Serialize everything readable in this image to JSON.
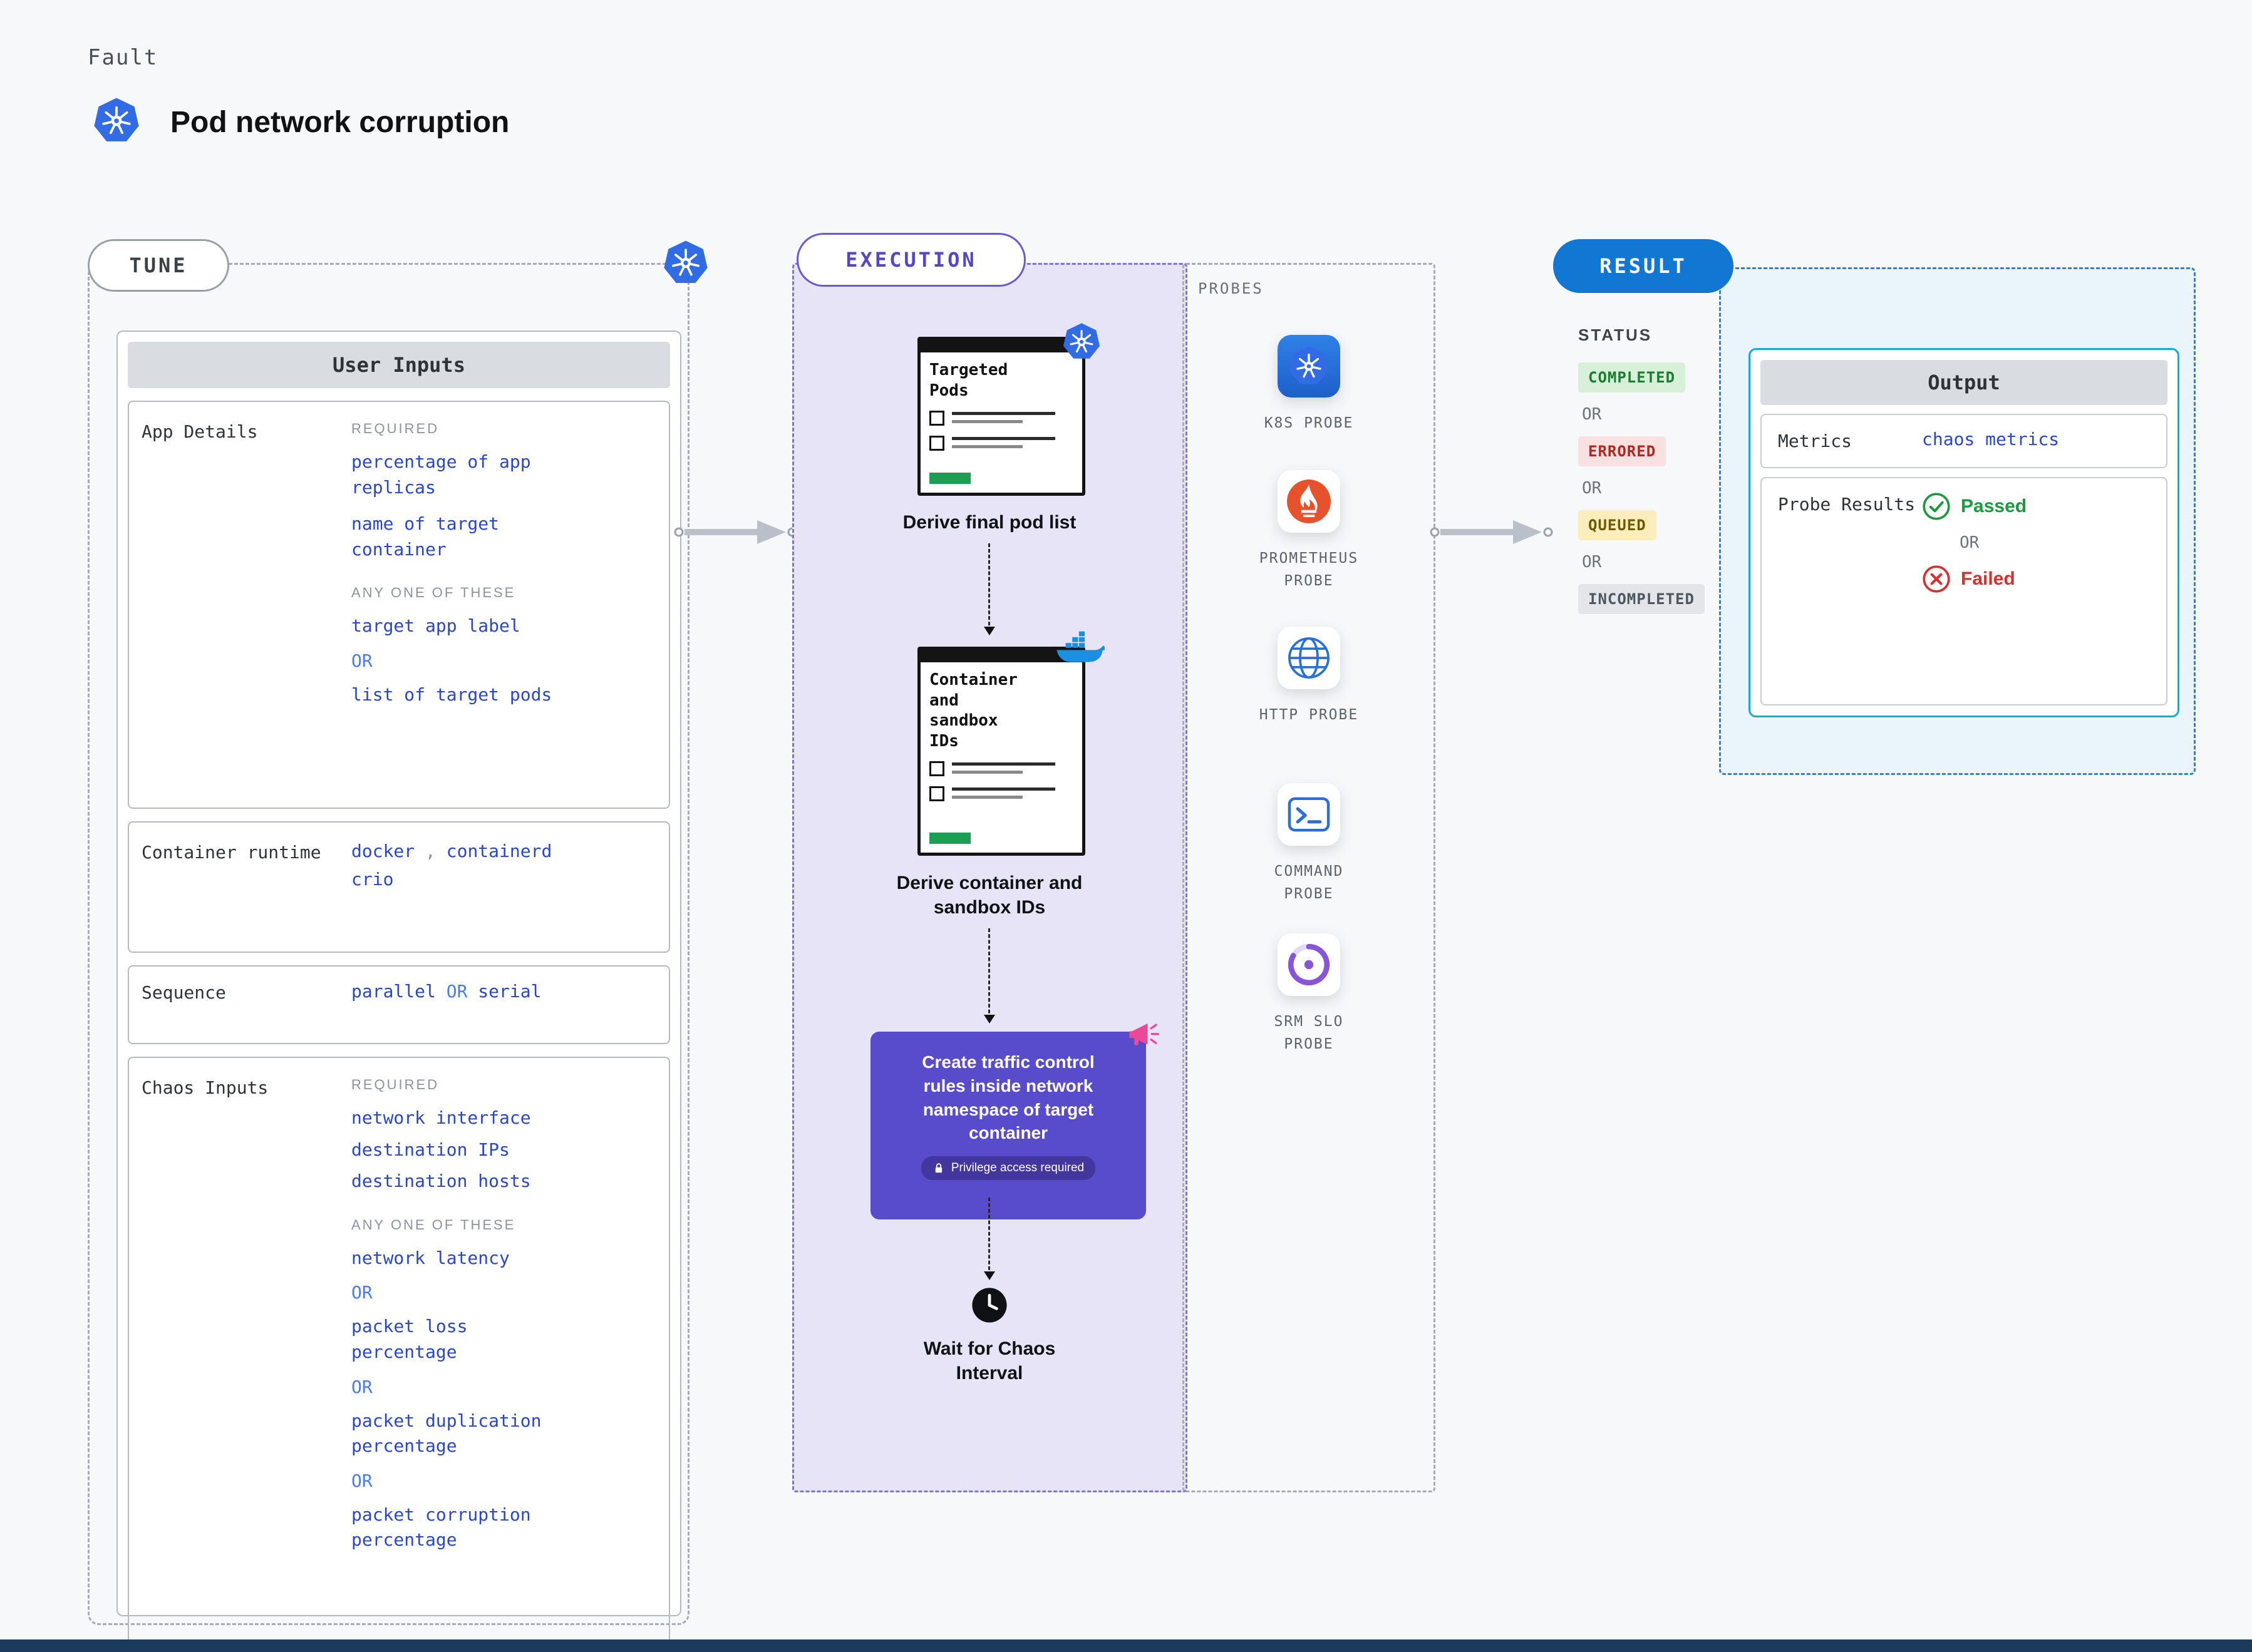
{
  "header": {
    "kicker": "Fault",
    "title": "Pod network corruption"
  },
  "tune": {
    "label": "TUNE",
    "user_inputs_title": "User Inputs",
    "app_details": {
      "label": "App Details",
      "required_label": "REQUIRED",
      "required_items": [
        "percentage of app replicas",
        "name of target container"
      ],
      "any_one_label": "ANY ONE OF THESE",
      "any_one_items": [
        "target app label",
        "list of target pods"
      ],
      "or_label": "OR"
    },
    "container_runtime": {
      "label": "Container runtime",
      "value_1": "docker",
      "comma": ",",
      "value_2": "containerd",
      "value_3": "crio"
    },
    "sequence": {
      "label": "Sequence",
      "value_a": "parallel",
      "or_label": "OR",
      "value_b": "serial"
    },
    "chaos_inputs": {
      "label": "Chaos Inputs",
      "required_label": "REQUIRED",
      "required_items": [
        "network interface",
        "destination IPs",
        "destination hosts"
      ],
      "any_one_label": "ANY ONE OF THESE",
      "any_one_items": [
        "network latency",
        "packet loss percentage",
        "packet duplication percentage",
        "packet corruption percentage"
      ],
      "or_label": "OR"
    }
  },
  "execution": {
    "label": "EXECUTION",
    "doc1_title": "Targeted Pods",
    "step1_caption": "Derive final pod list",
    "doc2_title": "Container and sandbox IDs",
    "step2_caption": "Derive container and sandbox IDs",
    "action_text": "Create traffic control rules inside network namespace of target container",
    "privilege_badge": "Privilege access required",
    "wait_caption": "Wait for Chaos Interval"
  },
  "probes": {
    "label": "PROBES",
    "items": [
      "K8S PROBE",
      "PROMETHEUS PROBE",
      "HTTP PROBE",
      "COMMAND PROBE",
      "SRM SLO PROBE"
    ]
  },
  "result": {
    "label": "RESULT",
    "status_label": "STATUS",
    "statuses": [
      "COMPLETED",
      "ERRORED",
      "QUEUED",
      "INCOMPLETED"
    ],
    "or_label": "OR",
    "output": {
      "title": "Output",
      "metrics_label": "Metrics",
      "metrics_value": "chaos metrics",
      "probe_results_label": "Probe Results",
      "passed": "Passed",
      "or_label": "OR",
      "failed": "Failed"
    }
  },
  "icons": {
    "kubernetes": "heptagon-helm-wheel",
    "docker": "whale-with-containers",
    "prometheus": "flame-in-circle",
    "http": "globe",
    "command": "terminal-prompt",
    "srm_slo": "gauge-ring",
    "clock": "clock",
    "megaphone": "megaphone",
    "lock": "padlock",
    "passed": "check-circle",
    "failed": "x-circle"
  },
  "colors": {
    "value_blue": "#2b46c8",
    "or_blue": "#4b7bf0",
    "execution_purple": "#584ccc",
    "execution_bg": "#e7e4f8",
    "result_blue": "#1277d2",
    "completed_green": "#1e7b34",
    "errored_red": "#b3261e",
    "queued_yellow": "#6f5a00",
    "incompleted_gray": "#50565e",
    "passed_green": "#1a9b3d",
    "failed_red": "#d63030",
    "k8s_blue": "#326ce5",
    "docker_blue": "#1d8fe1",
    "prometheus_orange": "#e6522c",
    "megaphone_pink": "#ec4899",
    "output_border": "#15aadc"
  }
}
